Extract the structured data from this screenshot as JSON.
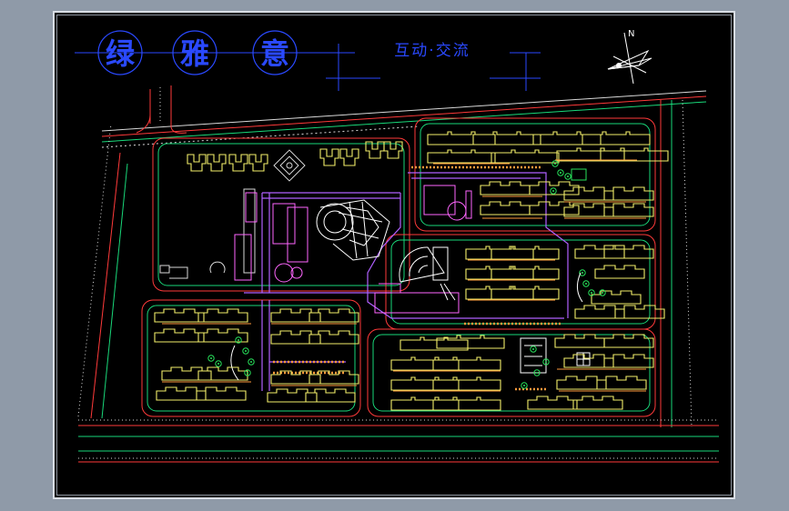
{
  "drawing": {
    "title_chars": [
      "绿",
      "雅",
      "意"
    ],
    "subtitle": "互动·交流",
    "north_label": "N"
  },
  "colors": {
    "background": "#000000",
    "frame": "#d8dde4",
    "title": "#2a49ff",
    "road_outer": "#ff3a3a",
    "road_edge": "#19d97a",
    "road_inner": "#d9d9d9",
    "building": "#f2ee6a",
    "public_building": "#ff66ff",
    "path": "#b060ff",
    "paving": "#ff9a3c",
    "green": "#27e05a"
  },
  "icons": [
    "north-arrow-icon"
  ]
}
